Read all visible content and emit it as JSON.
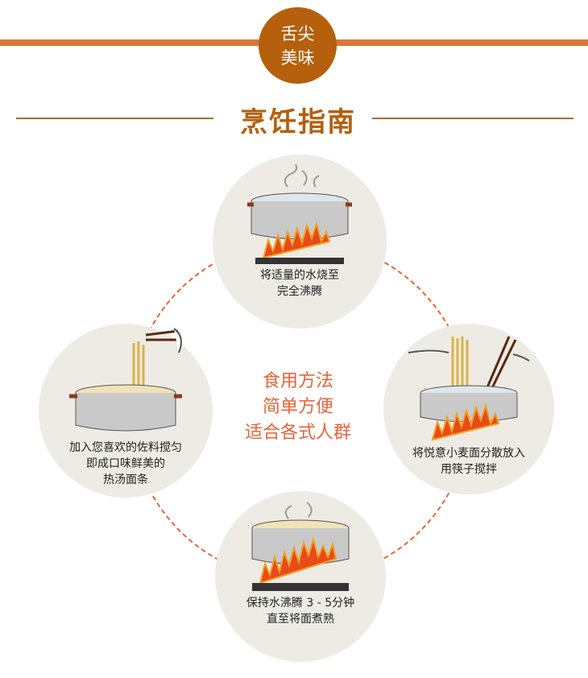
{
  "badge": {
    "line1": "舌尖",
    "line2": "美味"
  },
  "title": "烹饪指南",
  "center": {
    "line1": "食用方法",
    "line2": "简单方便",
    "line3": "适合各式人群"
  },
  "steps": [
    {
      "line1": "将适量的水烧至",
      "line2": "完全沸腾"
    },
    {
      "line1": "将悦意小麦面分散放入",
      "line2": "用筷子搅拌"
    },
    {
      "line1": "保持水沸腾 3 - 5分钟",
      "line2": "直至将面煮熟"
    },
    {
      "line1": "加入您喜欢的佐料搅匀",
      "line2": "即成口味鲜美的",
      "line3": "热汤面条"
    }
  ],
  "colors": {
    "brand": "#b65f0c",
    "accent": "#e8643a",
    "stripe": "#d9773a"
  }
}
